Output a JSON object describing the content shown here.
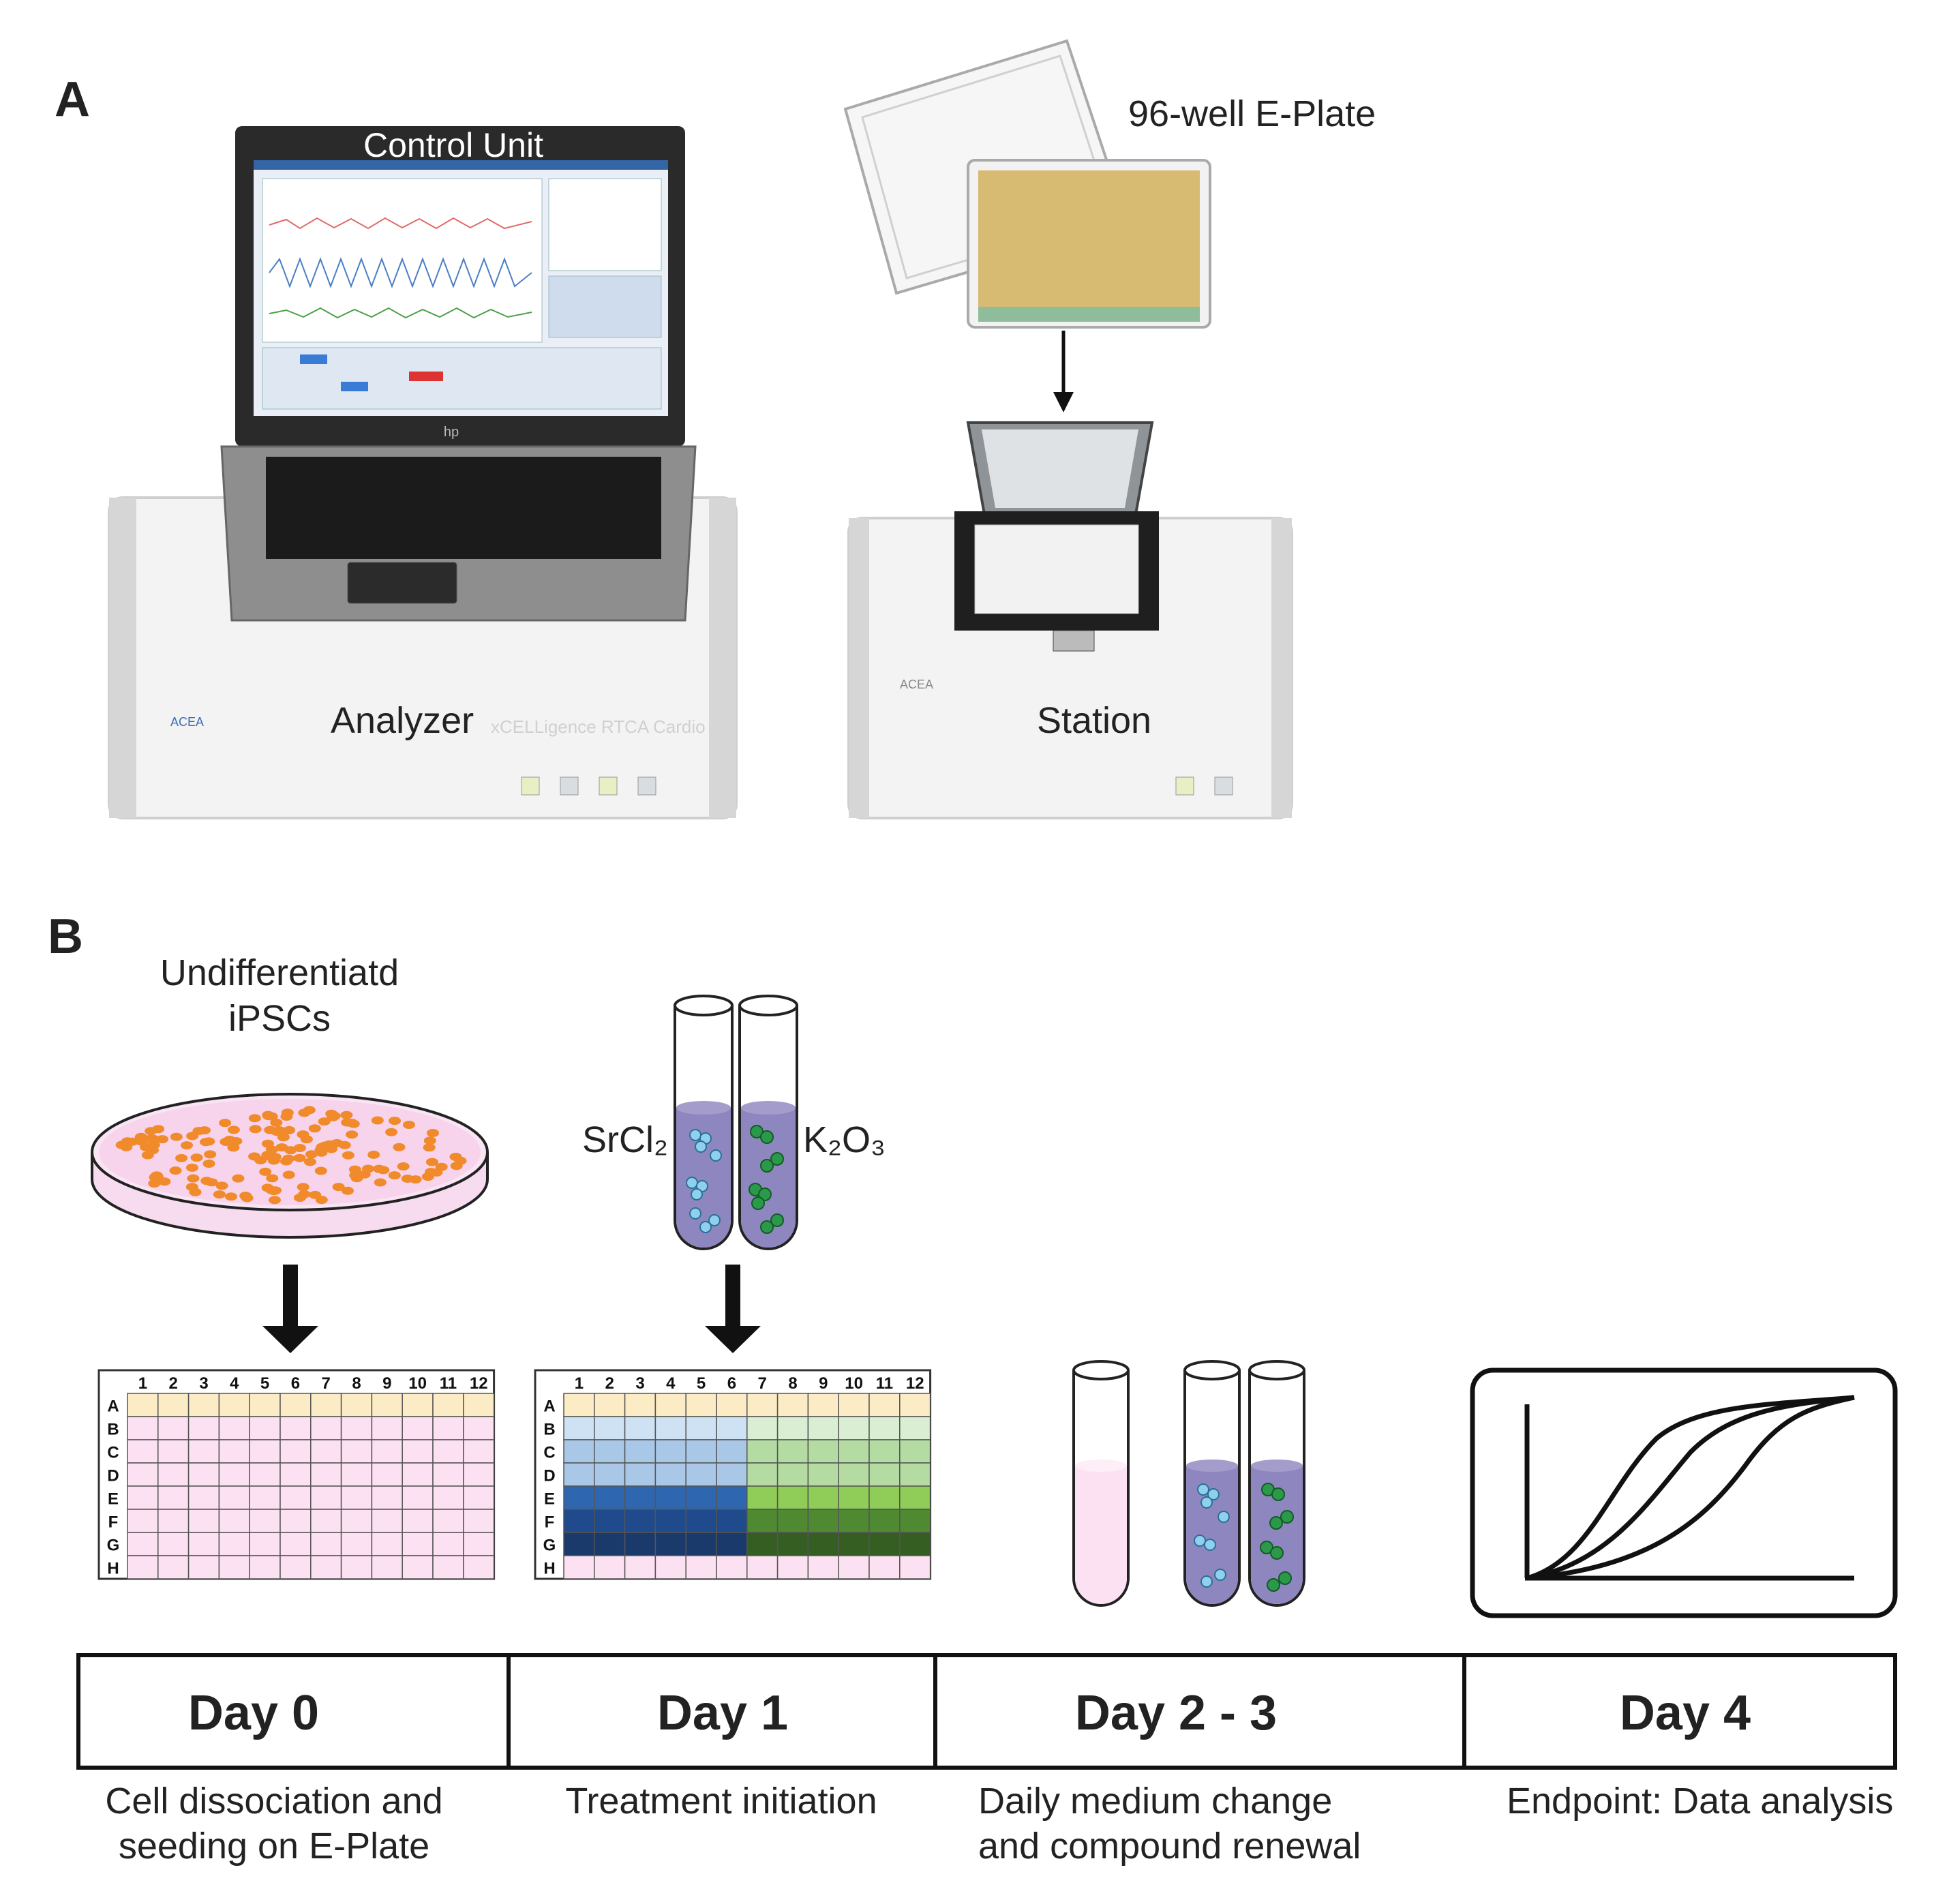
{
  "panel_a": {
    "label": "A",
    "control_unit_label": "Control Unit",
    "eplate_label": "96-well E-Plate",
    "analyzer_label": "Analyzer",
    "station_label": "Station",
    "laptop_brand": "hp",
    "device_brand": "ACEA",
    "device_model": "xCELLigence RTCA Cardio"
  },
  "panel_b": {
    "label": "B",
    "dish_label_line1": "Undifferentiatd",
    "dish_label_line2": "iPSCs",
    "tube_left_label": "SrCl₂",
    "tube_right_label": "K₂O₃",
    "plate_columns": [
      "1",
      "2",
      "3",
      "4",
      "5",
      "6",
      "7",
      "8",
      "9",
      "10",
      "11",
      "12"
    ],
    "plate_rows": [
      "A",
      "B",
      "C",
      "D",
      "E",
      "F",
      "G",
      "H"
    ],
    "timeline": [
      {
        "day": "Day 0",
        "desc_line1": "Cell dissociation and",
        "desc_line2": "seeding on E-Plate"
      },
      {
        "day": "Day 1",
        "desc_line1": "Treatment initiation",
        "desc_line2": ""
      },
      {
        "day": "Day 2 - 3",
        "desc_line1": "Daily medium change",
        "desc_line2": "and compound renewal"
      },
      {
        "day": "Day 4",
        "desc_line1": "Endpoint: Data analysis",
        "desc_line2": ""
      }
    ]
  },
  "colors": {
    "well_pink": "#fbe1f1",
    "row_a_yellow": "#fcecc6",
    "medium_purple": "#8e86be",
    "cell_orange": "#f08a2a",
    "blue_shades": [
      "#cfe2f3",
      "#a9c8e8",
      "#2e66b0",
      "#1f4a8c",
      "#1a3a6c"
    ],
    "green_shades": [
      "#d9eed2",
      "#b4dca2",
      "#8fcc58",
      "#4f8a32",
      "#355e23"
    ]
  }
}
